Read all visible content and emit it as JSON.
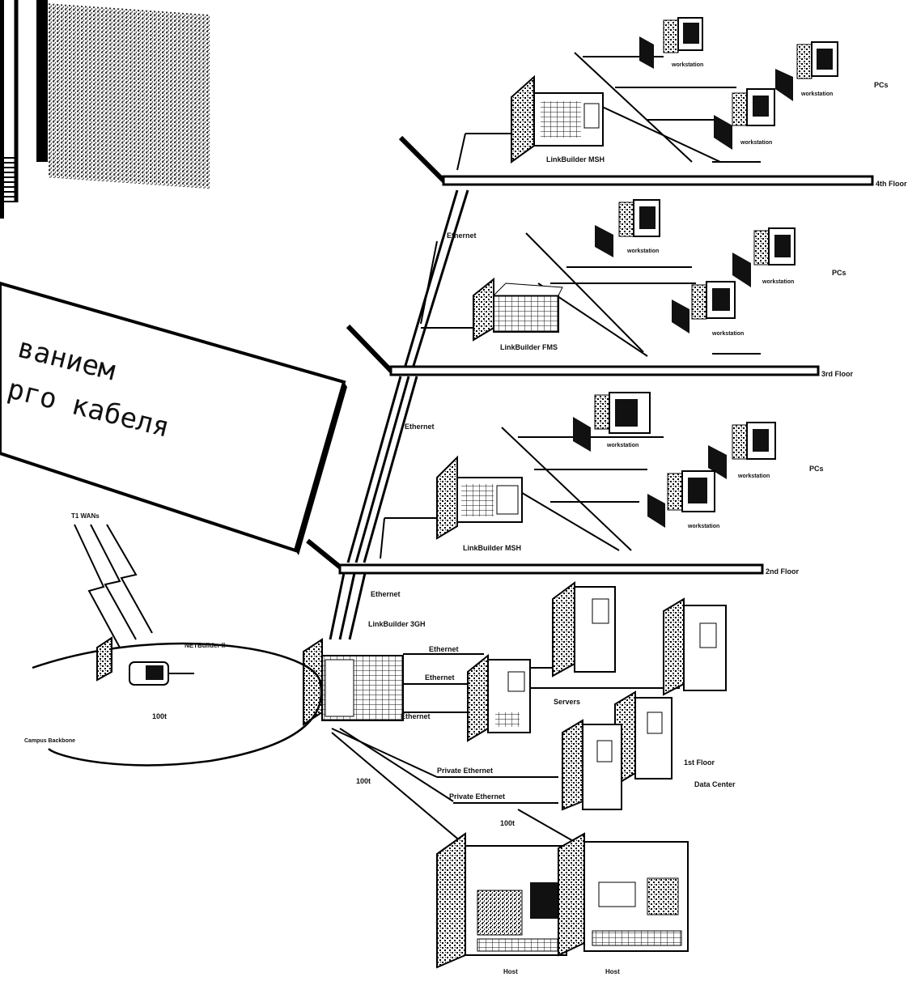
{
  "title_fragment": {
    "line1": "ванием",
    "line2": "рго кабеля"
  },
  "floors": {
    "top": "4th Floor",
    "third": "3rd Floor",
    "second": "2nd Floor",
    "first": "1st Floor",
    "data_center": "Data Center"
  },
  "devices": {
    "hub_top": "LinkBuilder MSH",
    "hub_third": "LinkBuilder FMS",
    "hub_second": "LinkBuilder MSH",
    "switch": "LinkBuilder 3GH",
    "router": "NETBuilder II",
    "servers": "Servers",
    "host_1": "Host",
    "host_2": "Host",
    "workstation": "workstation"
  },
  "links": {
    "ethernet": "Ethernet",
    "private_ethernet": "Private Ethernet",
    "fddi": "100t",
    "wan": "T1 WANs",
    "backbone": "Campus Backbone"
  },
  "pcs": "PCs"
}
